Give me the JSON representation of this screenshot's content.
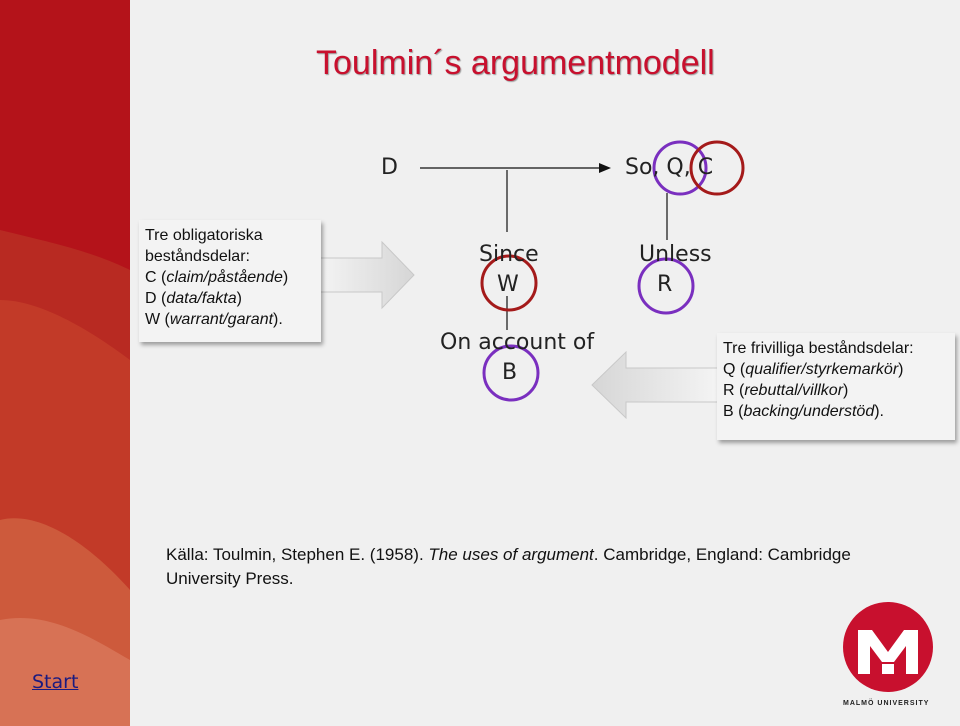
{
  "title": "Toulmin´s argumentmodell",
  "diagram": {
    "d": "D",
    "so_qc": "So, Q, C",
    "since": "Since",
    "w": "W",
    "on_account_of": "On account of",
    "b": "B",
    "unless": "Unless",
    "r": "R"
  },
  "mandatory_box": {
    "lines": [
      "Tre obligatoriska",
      "beståndsdelar:",
      "C (claim/påstående)",
      "D (data/fakta)",
      "W (warrant/garant)."
    ]
  },
  "optional_box": {
    "lines": [
      "Tre frivilliga beståndsdelar:",
      "Q (qualifier/styrkemarkör)",
      "R (rebuttal/villkor)",
      "B (backing/understöd)."
    ]
  },
  "source": {
    "prefix": "Källa: Toulmin, Stephen E. (1958). ",
    "book": "The uses of argument",
    "suffix": ". Cambridge, England: Cambridge University Press."
  },
  "start_link": "Start",
  "logo_text": "MALMÖ UNIVERSITY",
  "colors": {
    "accent": "#c8102e",
    "circle_purple": "#7a2fbf",
    "circle_red": "#b01a1a",
    "sidebar_dark": "#a81512"
  }
}
